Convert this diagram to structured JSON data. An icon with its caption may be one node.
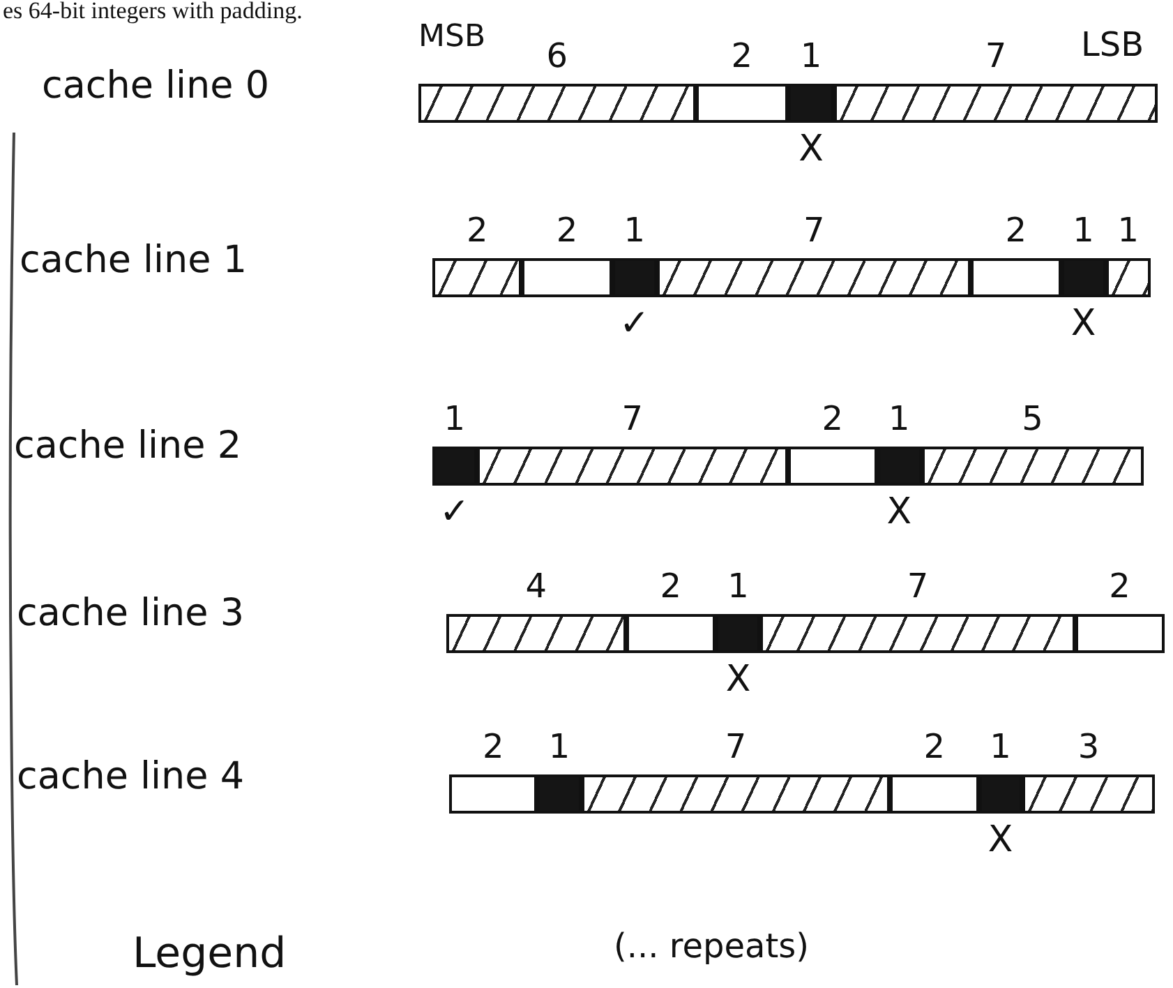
{
  "diagram": {
    "nodes": [
      {
        "text": [
          "cache line 0"
        ]
      },
      {
        "text": [
          "6"
        ],
        "in": 0
      },
      {
        "text": [
          "2"
        ],
        "in": 0
      },
      {
        "text": [
          "1"
        ],
        "in": 0,
        "beside": [
          "X"
        ]
      },
      {
        "text": [
          "7"
        ],
        "in": 0
      },
      {
        "text": [
          "cache line 1"
        ]
      },
      {
        "text": [
          "2"
        ],
        "in": 5
      },
      {
        "text": [
          "2"
        ],
        "in": 5
      },
      {
        "text": [
          "1"
        ],
        "in": 5,
        "beside": [
          "✓"
        ]
      },
      {
        "text": [
          "7"
        ],
        "in": 5
      },
      {
        "text": [
          "2"
        ],
        "in": 5
      },
      {
        "text": [
          "1"
        ],
        "in": 5,
        "beside": [
          "X"
        ]
      },
      {
        "text": [
          "1"
        ],
        "in": 5
      },
      {
        "text": [
          "cache line 2"
        ]
      },
      {
        "text": [
          "1"
        ],
        "in": 13,
        "beside": [
          "✓"
        ]
      },
      {
        "text": [
          "7"
        ],
        "in": 13
      },
      {
        "text": [
          "2"
        ],
        "in": 13
      },
      {
        "text": [
          "1"
        ],
        "in": 13,
        "beside": [
          "X"
        ]
      },
      {
        "text": [
          "5"
        ],
        "in": 13
      },
      {
        "text": [
          "cache line 3"
        ]
      },
      {
        "text": [
          "4"
        ],
        "in": 19
      },
      {
        "text": [
          "2"
        ],
        "in": 19
      },
      {
        "text": [
          "1"
        ],
        "in": 19,
        "beside": [
          "X"
        ]
      },
      {
        "text": [
          "7"
        ],
        "in": 19
      },
      {
        "text": [
          "2"
        ],
        "in": 19
      },
      {
        "text": [
          "cache line 4"
        ]
      },
      {
        "text": [
          "2"
        ],
        "in": 25
      },
      {
        "text": [
          "1"
        ],
        "in": 25
      },
      {
        "text": [
          "7"
        ],
        "in": 25
      },
      {
        "text": [
          "2"
        ],
        "in": 25
      },
      {
        "text": [
          "1"
        ],
        "in": 25,
        "beside": [
          "X"
        ]
      },
      {
        "text": [
          "3"
        ],
        "in": 25
      }
    ],
    "edges": [],
    "labels": [
      "es 64-bit integers with padding.",
      "MSB",
      "LSB",
      "(... repeats)",
      "Legend"
    ]
  }
}
